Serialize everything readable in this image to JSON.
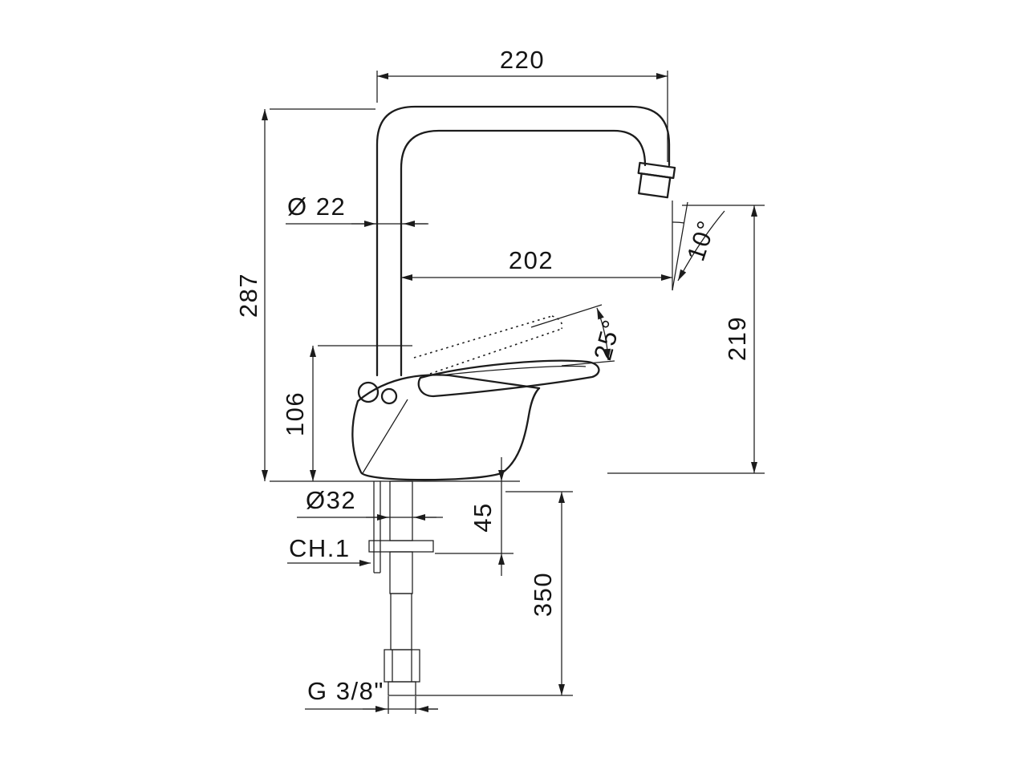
{
  "drawing": {
    "background": "#ffffff",
    "line_color": "#1c1c1c",
    "subject": "single-lever kitchen mixer tap, side elevation with dimensions"
  },
  "dims": {
    "top_width": "220",
    "tube_diameter": "Ø 22",
    "spout_reach": "202",
    "overall_height": "287",
    "outlet_height": "219",
    "body_height": "106",
    "spout_angle": "10°",
    "handle_angle": "25°",
    "base_diameter": "Ø32",
    "mount_thickness": "45",
    "hose_length": "350",
    "wrench_size": "CH.1",
    "connection_thread": "G 3/8\""
  }
}
